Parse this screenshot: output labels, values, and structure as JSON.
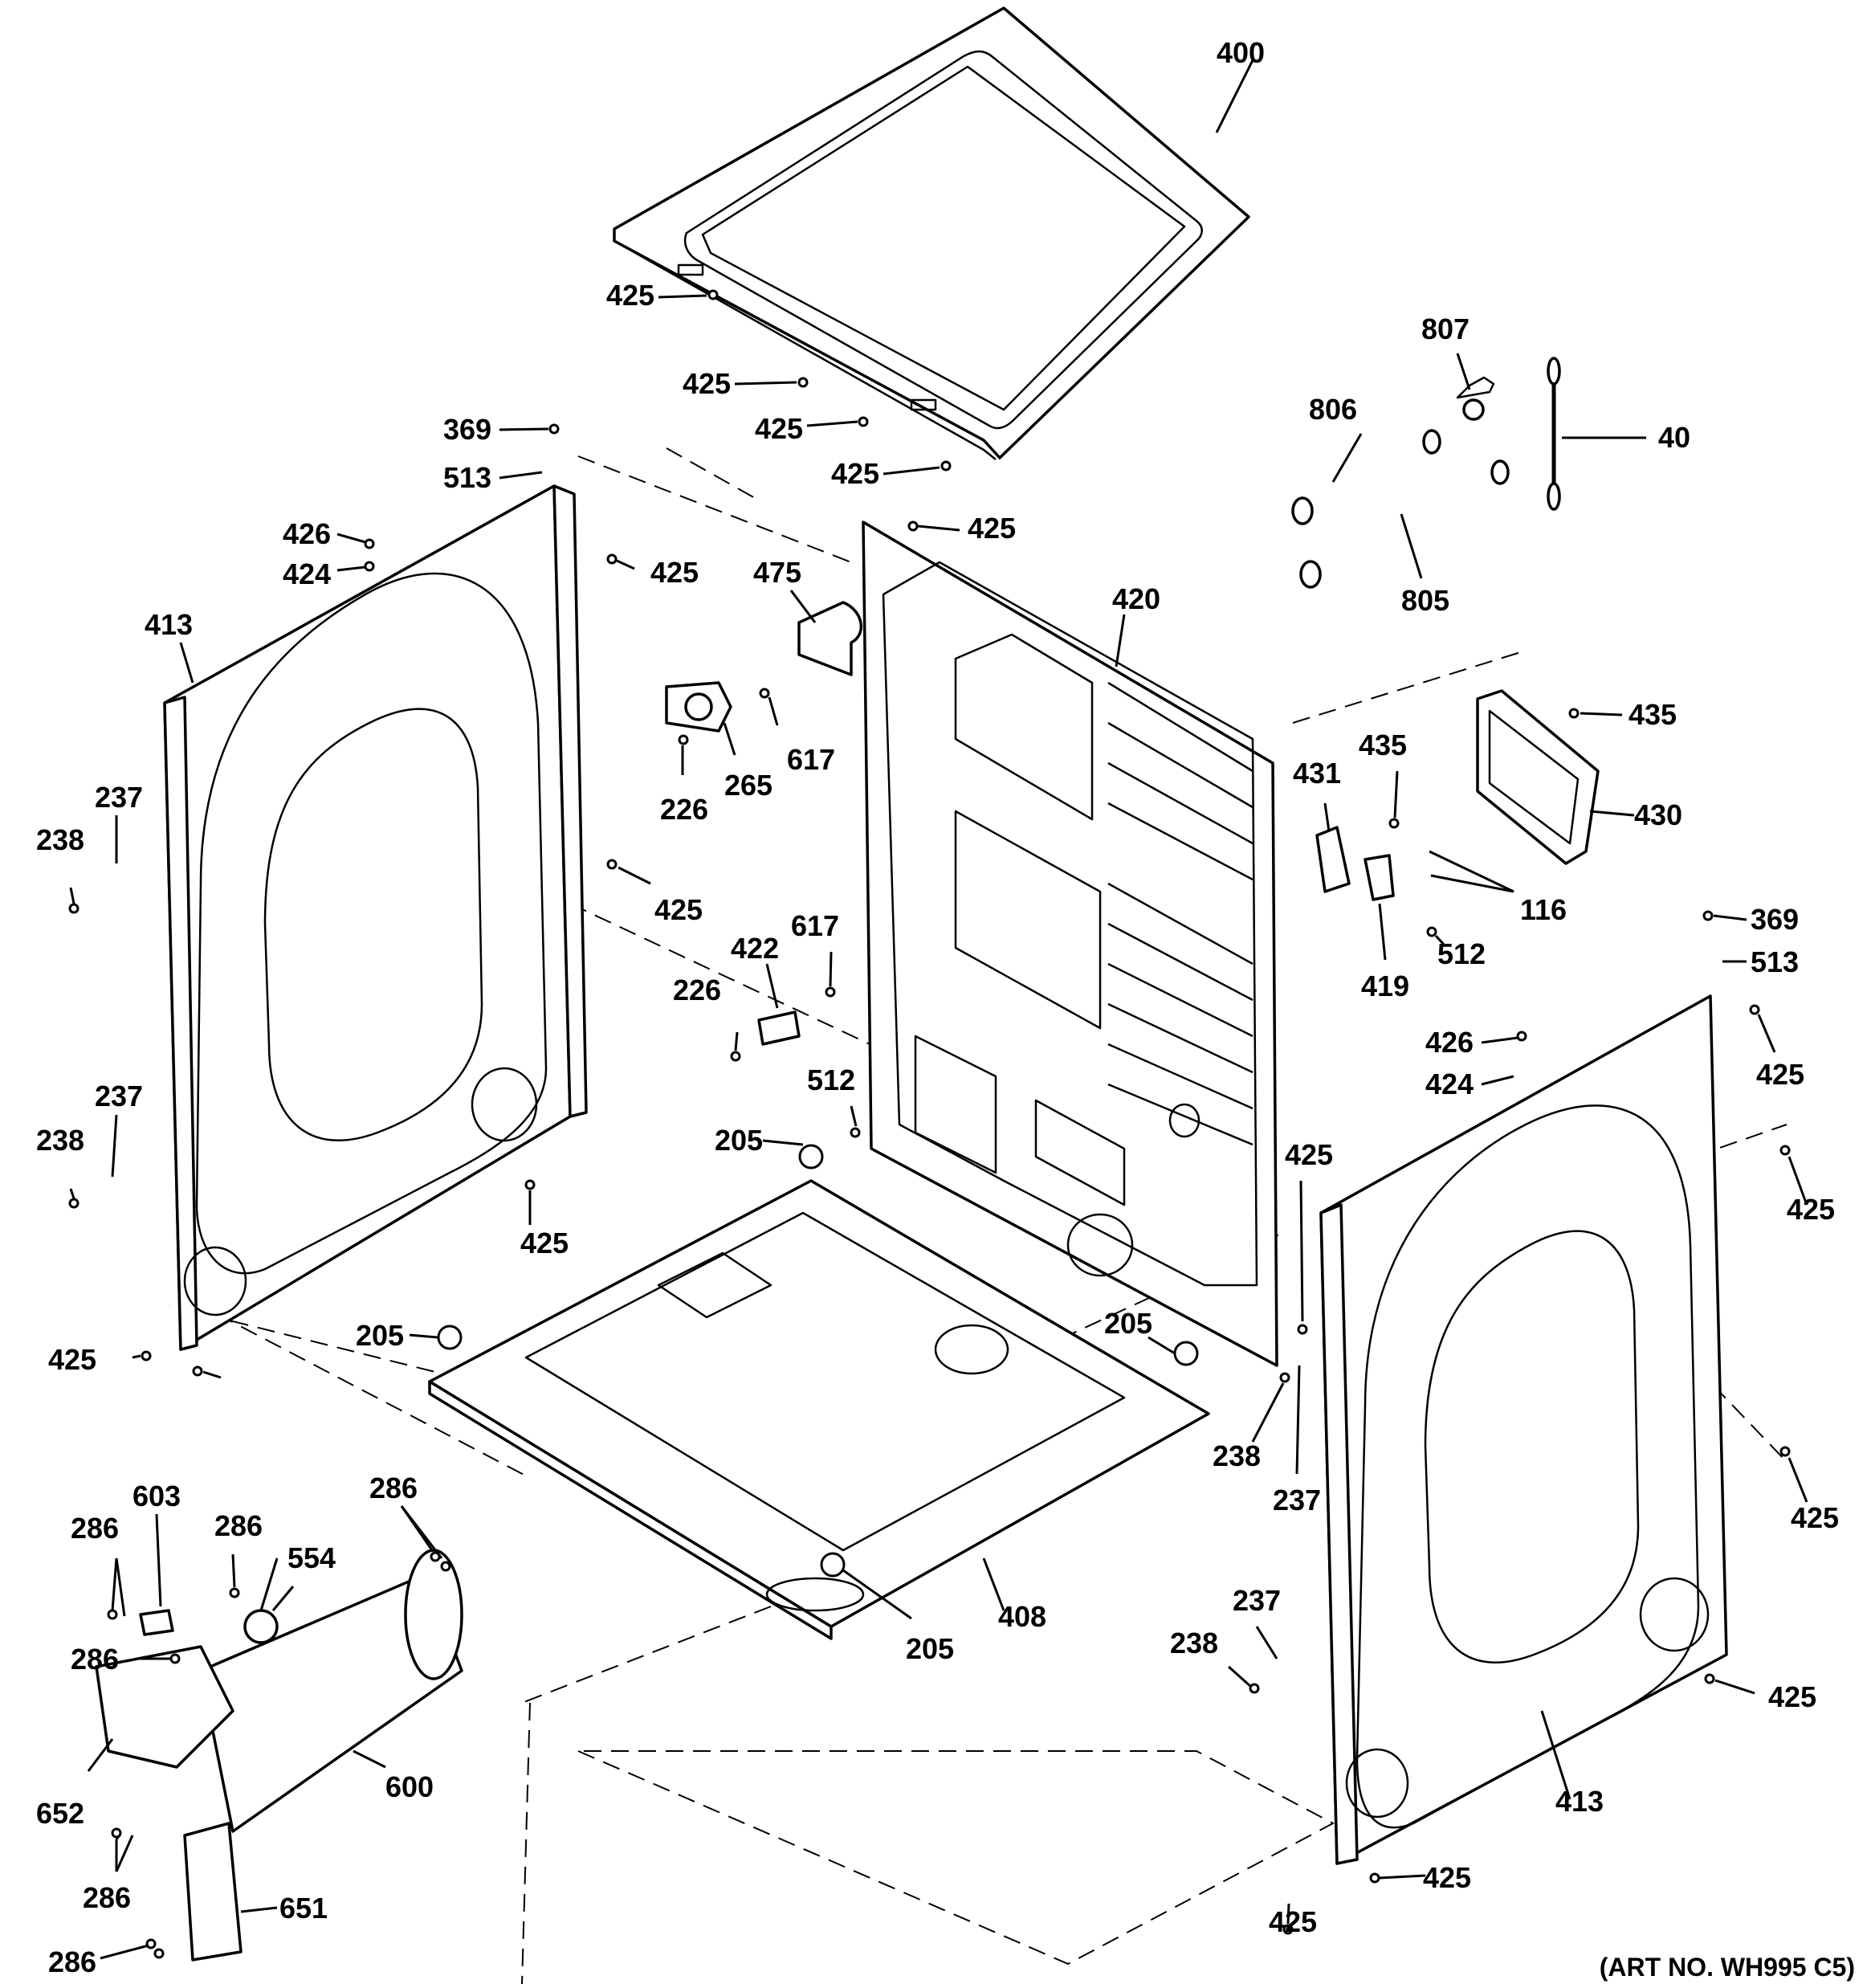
{
  "callouts": [
    "400",
    "425",
    "425",
    "425",
    "425",
    "807",
    "806",
    "40",
    "805",
    "369",
    "513",
    "426",
    "424",
    "425",
    "413",
    "425",
    "475",
    "420",
    "265",
    "617",
    "226",
    "435",
    "435",
    "430",
    "431",
    "116",
    "512",
    "419",
    "238",
    "237",
    "425",
    "617",
    "422",
    "226",
    "369",
    "513",
    "426",
    "424",
    "425",
    "237",
    "238",
    "512",
    "205",
    "425",
    "425",
    "425",
    "205",
    "205",
    "425",
    "238",
    "237",
    "425",
    "286",
    "603",
    "286",
    "554",
    "286",
    "286",
    "652",
    "600",
    "408",
    "205",
    "238",
    "237",
    "425",
    "413",
    "286",
    "651",
    "286",
    "425",
    "425"
  ],
  "art_number": "(ART NO. WH995 C5)"
}
